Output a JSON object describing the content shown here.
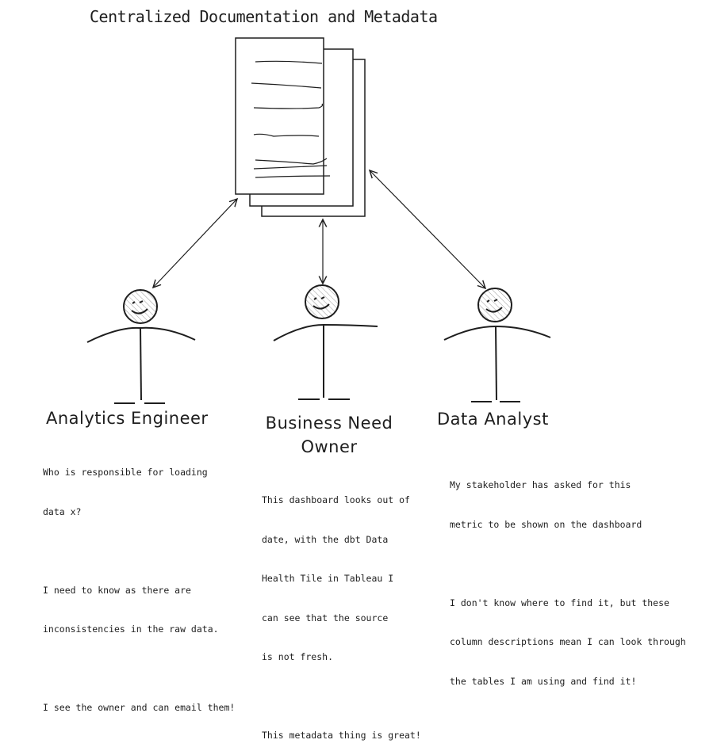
{
  "title": "Centralized Documentation and Metadata",
  "personas": [
    {
      "name_lines": [
        "Analytics Engineer"
      ],
      "description_lines": [
        "Who is responsible for loading",
        "data x?",
        "",
        "I need to know as there are",
        "inconsistencies in the raw data.",
        "",
        "I see the owner and can email them!"
      ]
    },
    {
      "name_lines": [
        "Business Need",
        "Owner"
      ],
      "description_lines": [
        "This dashboard looks out of",
        "date, with the dbt Data",
        "Health Tile in Tableau I",
        "can see that the source",
        "is not fresh.",
        "",
        "This metadata thing is great!"
      ]
    },
    {
      "name_lines": [
        "Data Analyst"
      ],
      "description_lines": [
        "My stakeholder has asked for this",
        "metric to be shown on the dashboard",
        "",
        "I don't know where to find it, but these",
        "column descriptions mean I can look through",
        "the tables I am using and find it!"
      ]
    }
  ],
  "colors": {
    "stroke": "#1e1e1e",
    "background": "#ffffff"
  }
}
